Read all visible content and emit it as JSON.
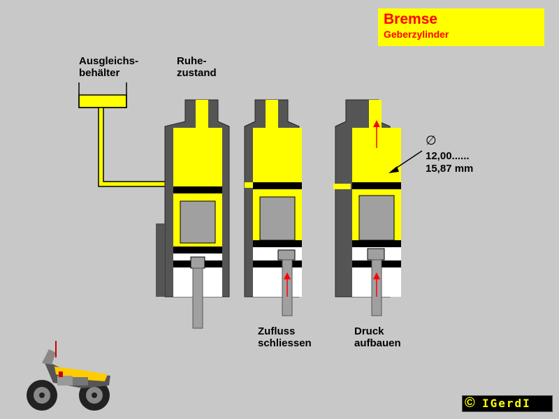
{
  "title": {
    "main": "Bremse",
    "sub": "Geberzylinder"
  },
  "labels": {
    "reservoir_line1": "Ausgleichs-",
    "reservoir_line2": "behälter",
    "rest_line1": "Ruhe-",
    "rest_line2": "zustand",
    "close_line1": "Zufluss",
    "close_line2": "schliessen",
    "pressure_line1": "Druck",
    "pressure_line2": "aufbauen",
    "diameter_symbol": "∅",
    "diameter_line1": "12,00......",
    "diameter_line2": "15,87 mm"
  },
  "copyright": {
    "symbol": "©",
    "name": "IGerdI"
  },
  "colors": {
    "background": "#c8c8c8",
    "fluid": "#ffff00",
    "body": "#555555",
    "piston": "#a0a0a0",
    "seal": "#000000",
    "low_pressure_chamber": "#ffffff",
    "arrow": "#ff0000",
    "title_text": "#ff0000",
    "title_box": "#ffff00"
  },
  "icons": {
    "motorcycle": "motorcycle-icon",
    "pressure_arrow": "arrow-up-icon",
    "pointer_arrow": "pointer-arrow-icon"
  }
}
